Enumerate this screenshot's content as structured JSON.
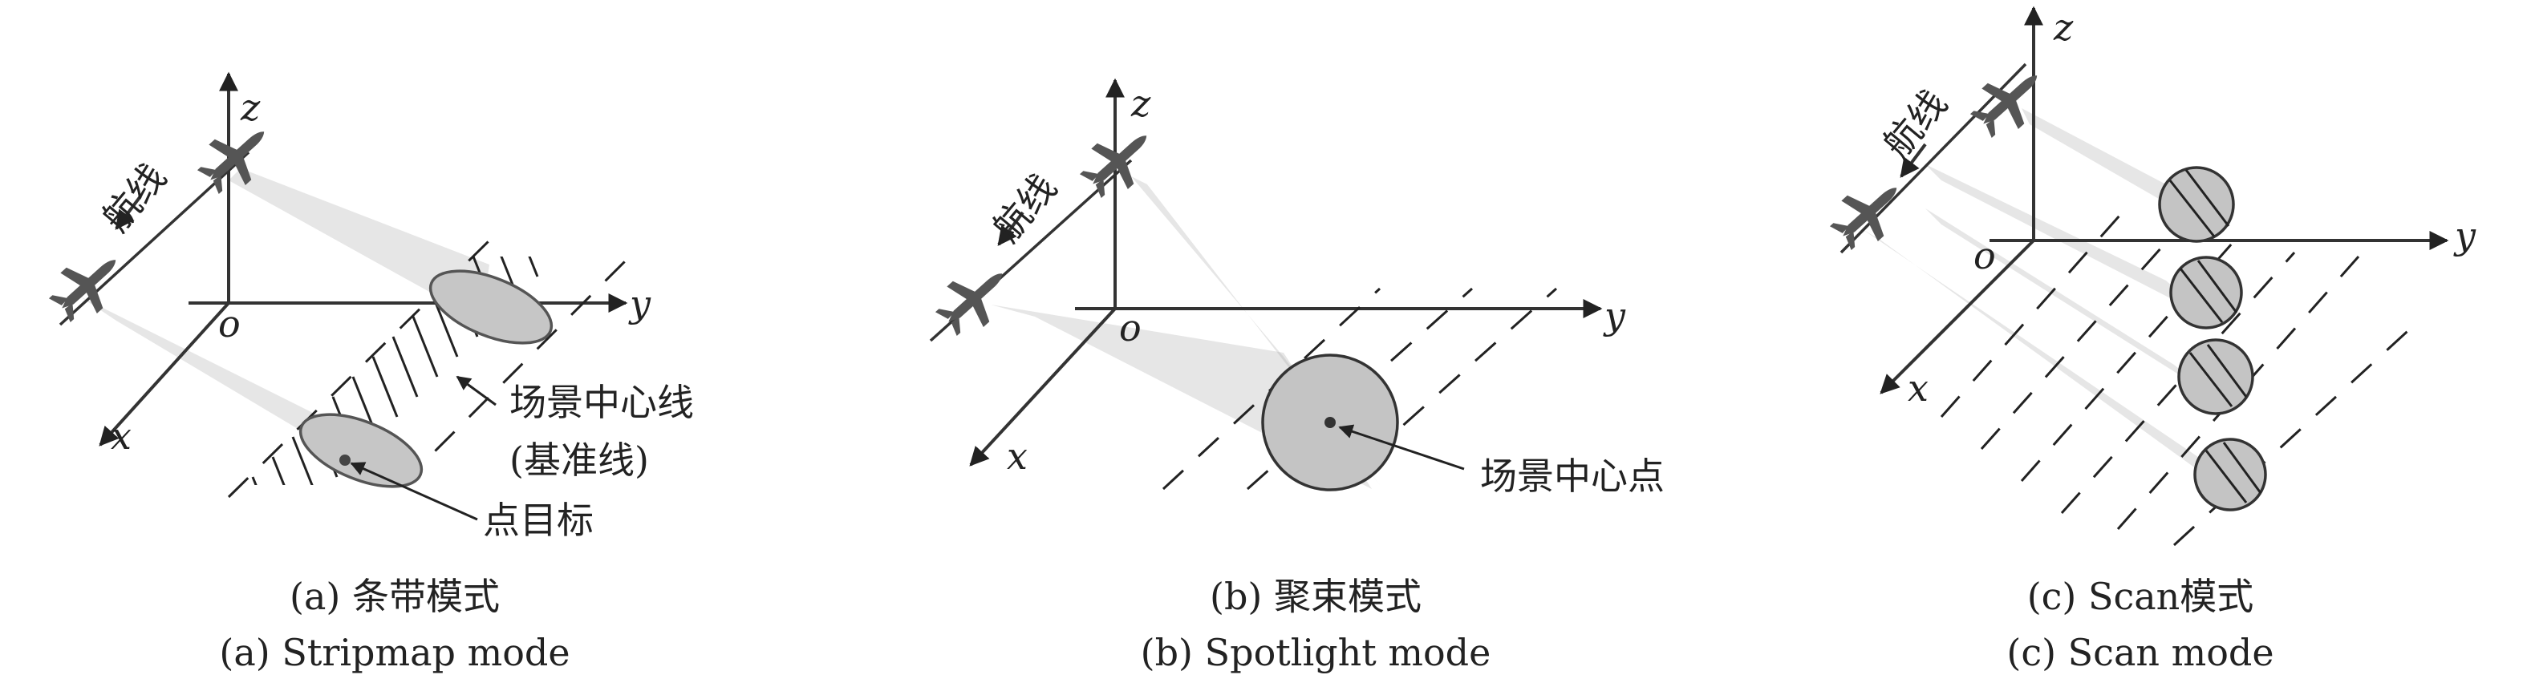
{
  "panels": {
    "a": {
      "axis_z": "z",
      "axis_y": "y",
      "axis_x": "x",
      "origin": "o",
      "track_label": "航线",
      "scene_line_label": "场景中心线",
      "baseline_label": "(基准线)",
      "point_target_label": "点目标",
      "caption_cn": "(a) 条带模式",
      "caption_en": "(a) Stripmap mode"
    },
    "b": {
      "axis_z": "z",
      "axis_y": "y",
      "axis_x": "x",
      "origin": "o",
      "track_label": "航线",
      "scene_center_label": "场景中心点",
      "caption_cn": "(b) 聚束模式",
      "caption_en": "(b) Spotlight mode"
    },
    "c": {
      "axis_z": "z",
      "axis_y": "y",
      "axis_x": "x",
      "origin": "o",
      "track_label": "航线",
      "caption_cn": "(c) Scan模式",
      "caption_en": "(c) Scan mode"
    }
  },
  "icons": {
    "aircraft": "airplane-icon"
  },
  "colors": {
    "beam": "#9a9a9a",
    "footprint": "#c6c6c6",
    "ink": "#222222"
  }
}
